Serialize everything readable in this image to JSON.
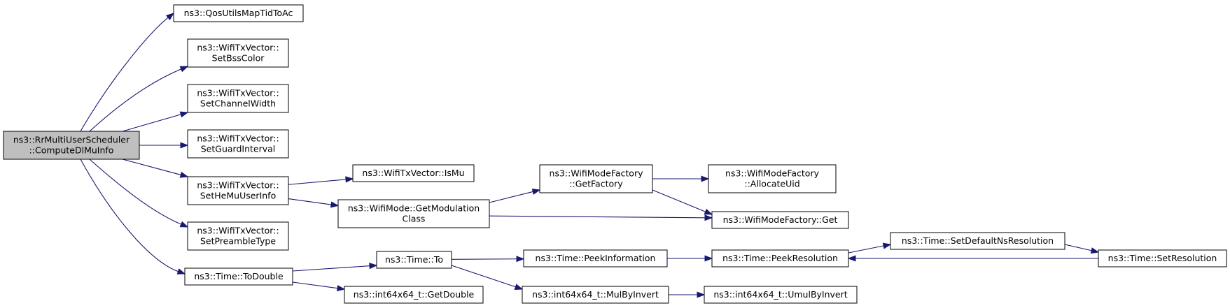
{
  "colors": {
    "node_fill": "#ffffff",
    "root_fill": "#bfbfbf",
    "border": "#000000",
    "edge": "#191970"
  },
  "nodes": [
    {
      "id": "root",
      "lines": [
        "ns3::RrMultiUserScheduler",
        "::ComputeDlMuInfo"
      ],
      "root": true
    },
    {
      "id": "qos",
      "lines": [
        "ns3::QosUtilsMapTidToAc"
      ]
    },
    {
      "id": "setBssColor",
      "lines": [
        "ns3::WifiTxVector::",
        "SetBssColor"
      ]
    },
    {
      "id": "setChannelWidth",
      "lines": [
        "ns3::WifiTxVector::",
        "SetChannelWidth"
      ]
    },
    {
      "id": "setGuardInterval",
      "lines": [
        "ns3::WifiTxVector::",
        "SetGuardInterval"
      ]
    },
    {
      "id": "setHeMuUserInfo",
      "lines": [
        "ns3::WifiTxVector::",
        "SetHeMuUserInfo"
      ]
    },
    {
      "id": "setPreambleType",
      "lines": [
        "ns3::WifiTxVector::",
        "SetPreambleType"
      ]
    },
    {
      "id": "toDouble",
      "lines": [
        "ns3::Time::ToDouble"
      ]
    },
    {
      "id": "isMu",
      "lines": [
        "ns3::WifiTxVector::IsMu"
      ]
    },
    {
      "id": "getModClass",
      "lines": [
        "ns3::WifiMode::GetModulation",
        "Class"
      ]
    },
    {
      "id": "getFactory",
      "lines": [
        "ns3::WifiModeFactory",
        "::GetFactory"
      ]
    },
    {
      "id": "allocateUid",
      "lines": [
        "ns3::WifiModeFactory",
        "::AllocateUid"
      ]
    },
    {
      "id": "factoryGet",
      "lines": [
        "ns3::WifiModeFactory::Get"
      ]
    },
    {
      "id": "timeTo",
      "lines": [
        "ns3::Time::To"
      ]
    },
    {
      "id": "getDouble",
      "lines": [
        "ns3::int64x64_t::GetDouble"
      ]
    },
    {
      "id": "peekInformation",
      "lines": [
        "ns3::Time::PeekInformation"
      ]
    },
    {
      "id": "mulByInvert",
      "lines": [
        "ns3::int64x64_t::MulByInvert"
      ]
    },
    {
      "id": "peekResolution",
      "lines": [
        "ns3::Time::PeekResolution"
      ]
    },
    {
      "id": "umulByInvert",
      "lines": [
        "ns3::int64x64_t::UmulByInvert"
      ]
    },
    {
      "id": "setDefaultNsRes",
      "lines": [
        "ns3::Time::SetDefaultNsResolution"
      ]
    },
    {
      "id": "setResolution",
      "lines": [
        "ns3::Time::SetResolution"
      ]
    }
  ],
  "edges": [
    {
      "from": "root",
      "to": "qos"
    },
    {
      "from": "root",
      "to": "setBssColor"
    },
    {
      "from": "root",
      "to": "setChannelWidth"
    },
    {
      "from": "root",
      "to": "setGuardInterval"
    },
    {
      "from": "root",
      "to": "setHeMuUserInfo"
    },
    {
      "from": "root",
      "to": "setPreambleType"
    },
    {
      "from": "root",
      "to": "toDouble"
    },
    {
      "from": "setHeMuUserInfo",
      "to": "isMu"
    },
    {
      "from": "setHeMuUserInfo",
      "to": "getModClass"
    },
    {
      "from": "getModClass",
      "to": "getFactory"
    },
    {
      "from": "getModClass",
      "to": "factoryGet"
    },
    {
      "from": "getFactory",
      "to": "allocateUid"
    },
    {
      "from": "getFactory",
      "to": "factoryGet"
    },
    {
      "from": "toDouble",
      "to": "timeTo"
    },
    {
      "from": "toDouble",
      "to": "getDouble"
    },
    {
      "from": "timeTo",
      "to": "peekInformation"
    },
    {
      "from": "timeTo",
      "to": "mulByInvert"
    },
    {
      "from": "peekInformation",
      "to": "peekResolution"
    },
    {
      "from": "mulByInvert",
      "to": "umulByInvert"
    },
    {
      "from": "peekResolution",
      "to": "setDefaultNsRes"
    },
    {
      "from": "setDefaultNsRes",
      "to": "setResolution"
    },
    {
      "from": "setResolution",
      "to": "peekResolution"
    }
  ]
}
